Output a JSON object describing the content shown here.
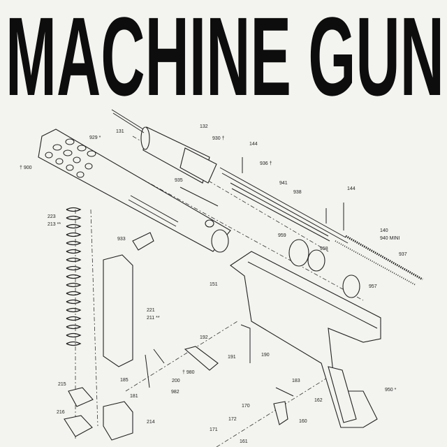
{
  "title": "MACHINE GUN",
  "labels": {
    "p132": "132",
    "p131": "131",
    "p929": "929 *",
    "p930": "930 †",
    "p900": "† 900",
    "p144a": "144",
    "p936": "936 †",
    "p941": "941",
    "p938": "938",
    "p935": "935",
    "p144b": "144",
    "p140": "140",
    "p940": "940 MINI",
    "p937": "937",
    "p223": "223",
    "p213": "213 **",
    "p933": "933",
    "p959": "959",
    "p958": "958",
    "p957": "957",
    "p151": "151",
    "p221": "221",
    "p211": "211 **",
    "p192": "192",
    "p191": "191",
    "p190": "190",
    "p980": "† 980",
    "p200": "200",
    "p982": "982",
    "p185": "185",
    "p181": "181",
    "p215": "215",
    "p216": "216",
    "p214": "214",
    "p183": "183",
    "p162": "162",
    "p950": "950 *",
    "p170": "170",
    "p172": "172",
    "p160": "160",
    "p171": "171",
    "p161": "161"
  }
}
